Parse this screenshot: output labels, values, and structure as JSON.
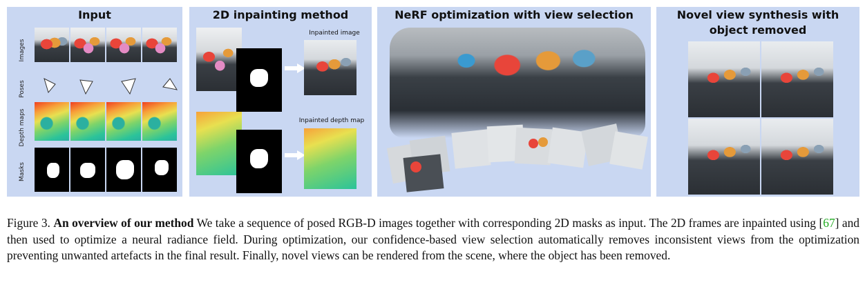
{
  "panels": {
    "input": {
      "title": "Input",
      "row_labels": [
        "Images",
        "Poses",
        "Depth maps",
        "Masks"
      ]
    },
    "inpainting": {
      "title": "2D inpainting method",
      "inpainted_image_label": "Inpainted image",
      "inpainted_depth_label": "Inpainted depth map"
    },
    "nerf": {
      "title": "NeRF optimization with view selection"
    },
    "novel": {
      "title_line1": "Novel view synthesis with",
      "title_line2": "object removed"
    }
  },
  "caption": {
    "figure_label": "Figure 3.",
    "bold_title": "An overview of our method",
    "text_before_cite": "We take a sequence of posed RGB-D images together with corresponding 2D masks as input. The 2D frames are inpainted using [",
    "cite": "67",
    "text_after_cite": "] and then used to optimize a neural radiance field. During optimization, our confidence-based view selection automatically removes inconsistent views from the optimization preventing unwanted artefacts in the final result. Finally, novel views can be rendered from the scene, where the object has been removed."
  }
}
